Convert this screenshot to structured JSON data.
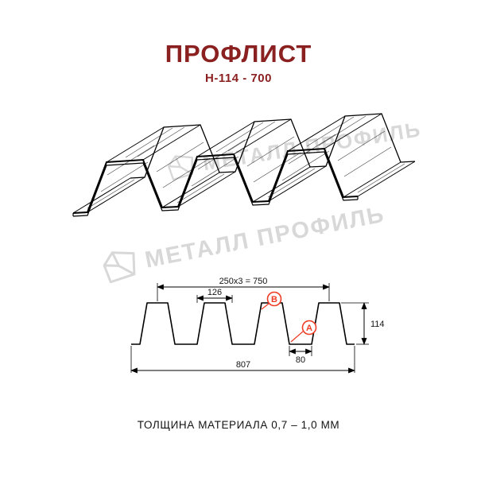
{
  "header": {
    "title": "ПРОФЛИСТ",
    "subtitle": "Н-114 - 700"
  },
  "watermark": {
    "text": "МЕТАЛЛ ПРОФИЛЬ"
  },
  "section_dims": {
    "pitch": "250x3 = 750",
    "rib_width": "126",
    "valley_width": "80",
    "overall_width": "807",
    "height": "114"
  },
  "callouts": {
    "a": "А",
    "b": "В"
  },
  "footer": {
    "note": "ТОЛЩИНА МАТЕРИАЛА 0,7 – 1,0 ММ"
  },
  "colors": {
    "title_red": "#8a2020",
    "accent_red": "#ee3b24",
    "watermark_gray": "#d8d8d8",
    "line_black": "#000000"
  }
}
